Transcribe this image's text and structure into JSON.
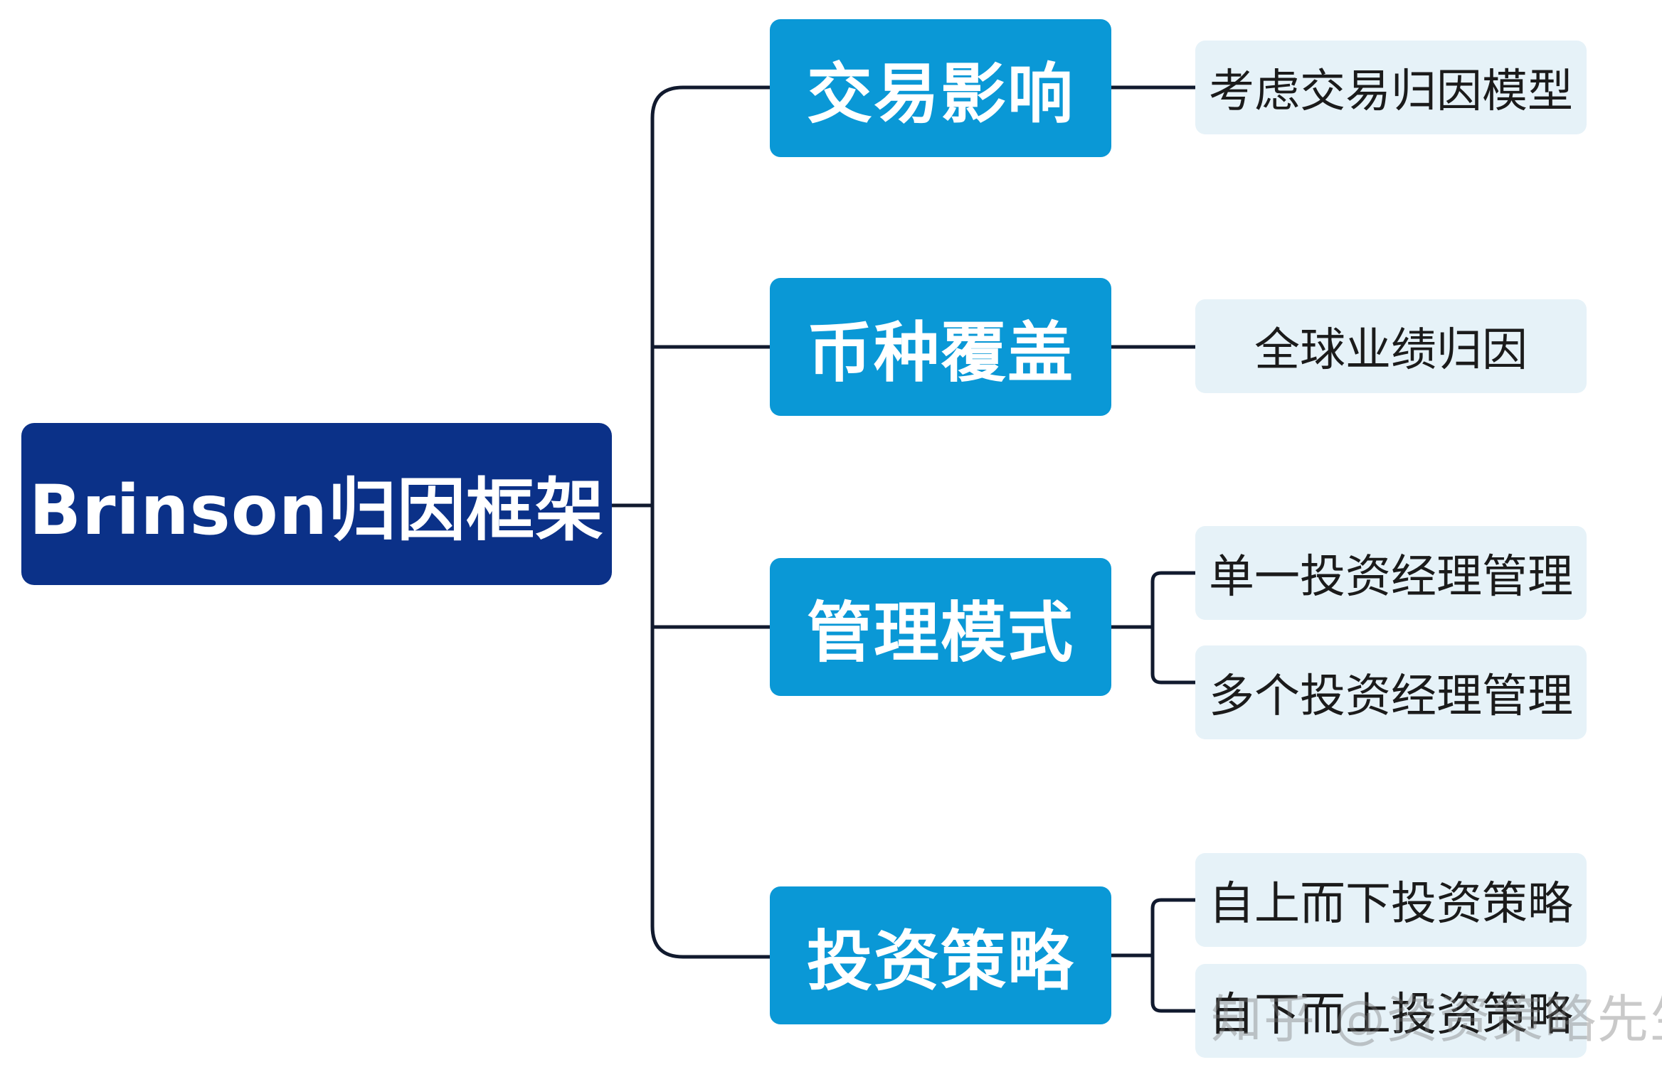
{
  "colors": {
    "root_bg": "#0b3188",
    "mid_bg": "#0a98d6",
    "leaf_bg": "#e6f2f8",
    "line": "#111a2e"
  },
  "root": {
    "label": "Brinson归因框架"
  },
  "branches": [
    {
      "label": "交易影响",
      "children": [
        "考虑交易归因模型"
      ]
    },
    {
      "label": "币种覆盖",
      "children": [
        "全球业绩归因"
      ]
    },
    {
      "label": "管理模式",
      "children": [
        "单一投资经理管理",
        "多个投资经理管理"
      ]
    },
    {
      "label": "投资策略",
      "children": [
        "自上而下投资策略",
        "自下而上投资策略"
      ]
    }
  ],
  "watermark": "知乎 @资资策略先生"
}
